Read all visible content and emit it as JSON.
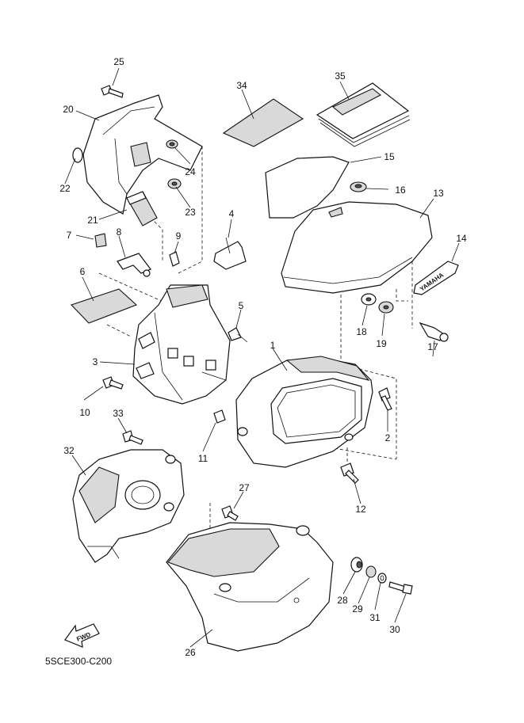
{
  "reference_code": "5SCE300-C200",
  "fwd_label": "FWD",
  "brand_label": "YAMAHA",
  "callouts": [
    "1",
    "2",
    "3",
    "4",
    "5",
    "6",
    "7",
    "8",
    "9",
    "10",
    "11",
    "12",
    "13",
    "14",
    "15",
    "16",
    "17",
    "18",
    "19",
    "20",
    "21",
    "22",
    "23",
    "24",
    "25",
    "26",
    "27",
    "28",
    "29",
    "30",
    "31",
    "32",
    "33",
    "34",
    "35"
  ]
}
